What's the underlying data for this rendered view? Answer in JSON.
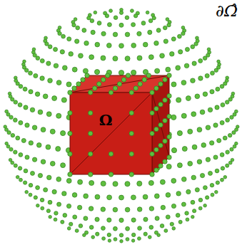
{
  "diagram": {
    "nodes": [
      {
        "text": [
          "∂Ω̂"
        ]
      },
      {
        "text": [
          "Ω"
        ],
        "in": 0
      }
    ]
  }
}
